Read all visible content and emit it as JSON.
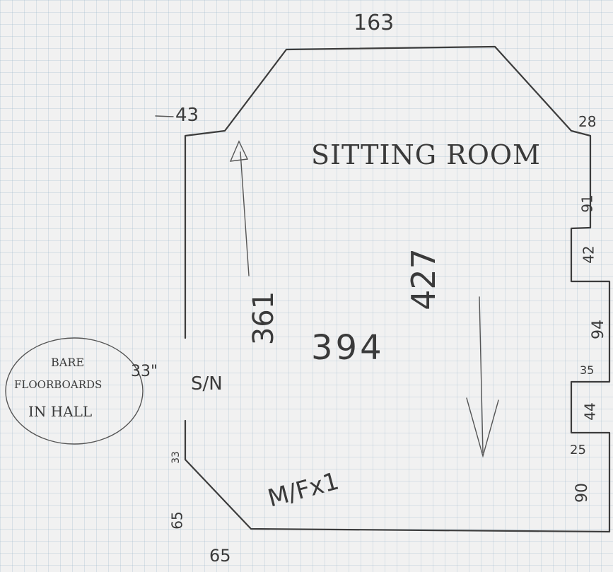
{
  "room_title": "SITTING ROOM",
  "hall_note": {
    "line1": "BARE",
    "line2": "FLOORBOARDS",
    "line3": "IN HALL",
    "measure": "33\""
  },
  "dimensions": {
    "top": "163",
    "top_left_offset": "43",
    "top_right_offset": "28",
    "right_upper": "91",
    "right_recess_upper": "42",
    "right_middle": "94",
    "right_recess_top": "35",
    "right_recess_lower": "44",
    "right_lower_offset": "25",
    "right_bottom": "90",
    "left_lower": "33",
    "diag_vertical": "65",
    "diag_horizontal": "65",
    "width_arrow": "361",
    "length_diag": "427",
    "width_center": "394",
    "door_mark": "S/N",
    "fixing_mark": "M/Fx1"
  }
}
